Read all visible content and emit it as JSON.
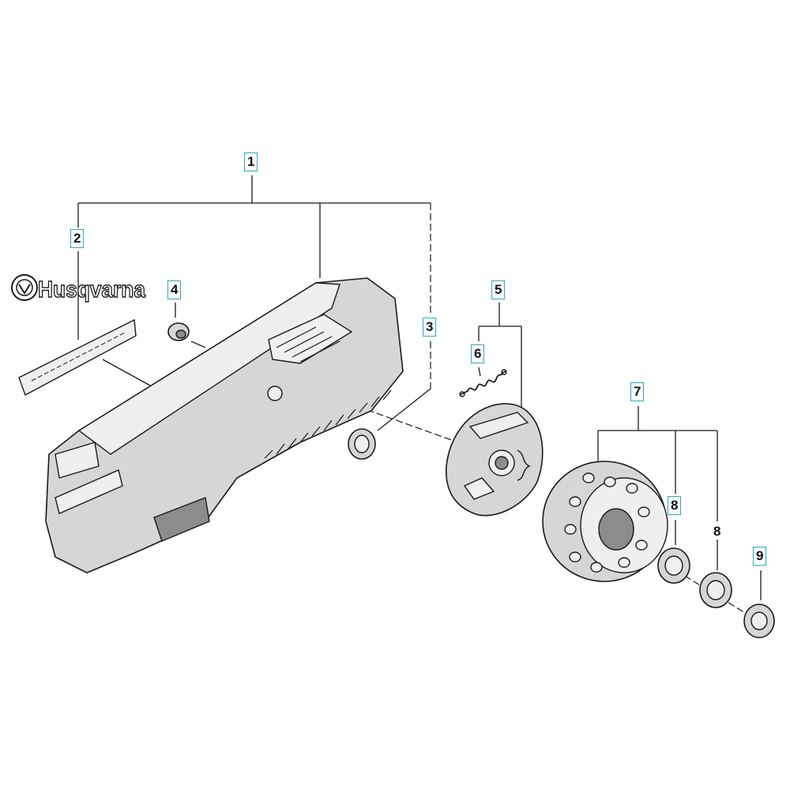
{
  "diagram": {
    "logo_text": "Husqvarna",
    "callouts": [
      {
        "id": "1",
        "label": "1",
        "boxed": true
      },
      {
        "id": "2",
        "label": "2",
        "boxed": true
      },
      {
        "id": "3",
        "label": "3",
        "boxed": true
      },
      {
        "id": "4",
        "label": "4",
        "boxed": true
      },
      {
        "id": "5",
        "label": "5",
        "boxed": true
      },
      {
        "id": "6",
        "label": "6",
        "boxed": true
      },
      {
        "id": "7",
        "label": "7",
        "boxed": true
      },
      {
        "id": "8a",
        "label": "8",
        "boxed": true
      },
      {
        "id": "8b",
        "label": "8",
        "boxed": false
      },
      {
        "id": "9",
        "label": "9",
        "boxed": true
      }
    ]
  }
}
